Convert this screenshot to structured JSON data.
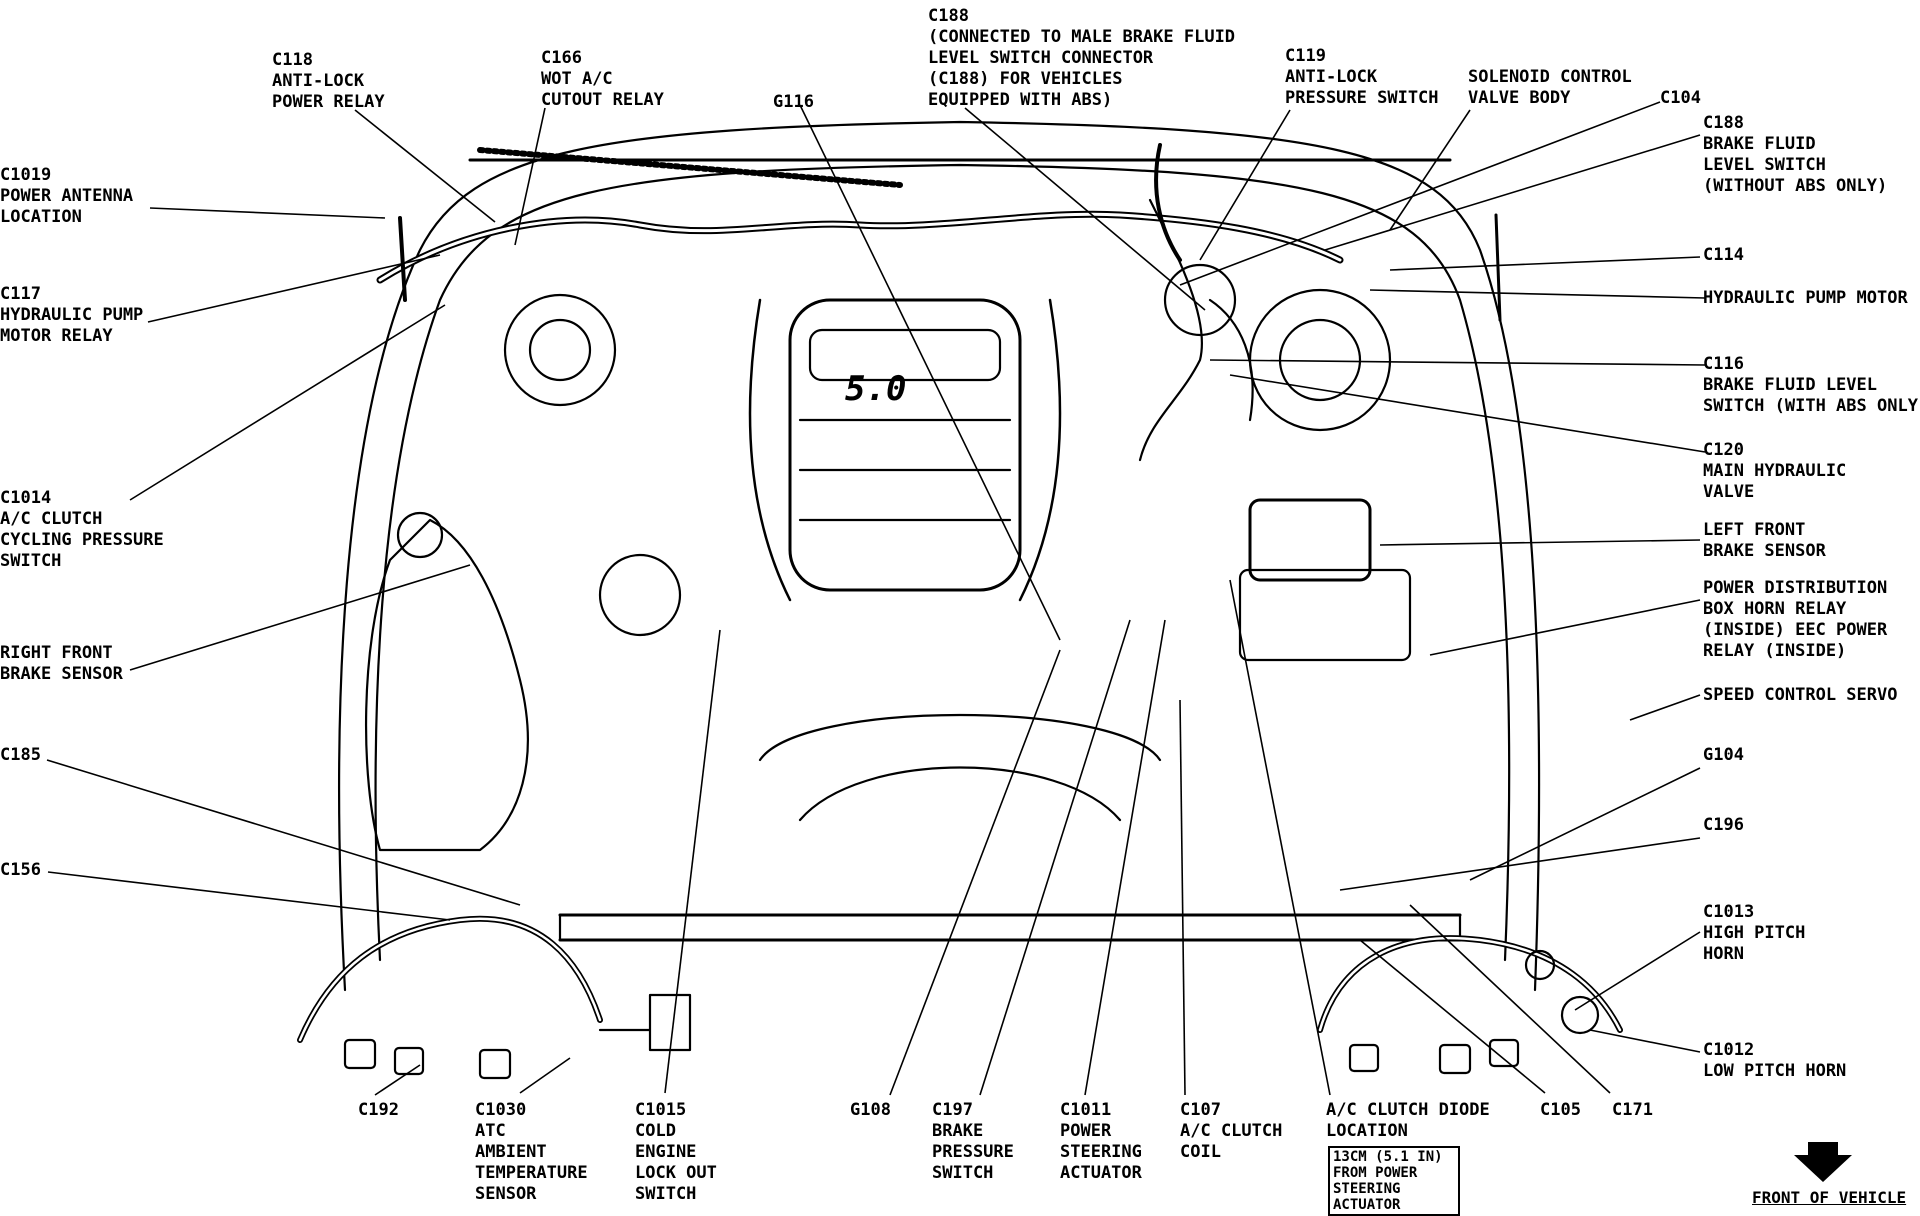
{
  "labels": {
    "c188_top": [
      "C188",
      "(CONNECTED TO MALE BRAKE FLUID",
      "LEVEL SWITCH CONNECTOR",
      "(C188) FOR VEHICLES",
      "EQUIPPED WITH ABS)"
    ],
    "c118": [
      "C118",
      "ANTI-LOCK",
      "POWER RELAY"
    ],
    "c166": [
      "C166",
      "WOT A/C",
      "CUTOUT RELAY"
    ],
    "g116": [
      "G116"
    ],
    "c119": [
      "C119",
      "ANTI-LOCK",
      "PRESSURE SWITCH"
    ],
    "solenoid": [
      "SOLENOID CONTROL",
      "VALVE BODY"
    ],
    "c104": [
      "C104"
    ],
    "c188_right": [
      "C188",
      "BRAKE FLUID",
      "LEVEL SWITCH",
      "(WITHOUT ABS ONLY)"
    ],
    "c1019": [
      "C1019",
      "POWER ANTENNA",
      "LOCATION"
    ],
    "c114": [
      "C114"
    ],
    "hyd_pump_motor": [
      "HYDRAULIC PUMP MOTOR"
    ],
    "c117": [
      "C117",
      "HYDRAULIC PUMP",
      "MOTOR RELAY"
    ],
    "c116": [
      "C116",
      "BRAKE FLUID LEVEL",
      "SWITCH (WITH ABS ONLY"
    ],
    "c120": [
      "C120",
      "MAIN HYDRAULIC",
      "VALVE"
    ],
    "c1014": [
      "C1014",
      "A/C CLUTCH",
      "CYCLING PRESSURE",
      "SWITCH"
    ],
    "left_front_brake": [
      "LEFT FRONT",
      "BRAKE SENSOR"
    ],
    "power_dist": [
      "POWER DISTRIBUTION",
      "BOX HORN RELAY",
      "(INSIDE) EEC POWER",
      "RELAY (INSIDE)"
    ],
    "right_front_brake": [
      "RIGHT FRONT",
      "BRAKE SENSOR"
    ],
    "speed_control": [
      "SPEED CONTROL SERVO"
    ],
    "c185": [
      "C185"
    ],
    "g104": [
      "G104"
    ],
    "c196": [
      "C196"
    ],
    "c156": [
      "C156"
    ],
    "c1013": [
      "C1013",
      "HIGH PITCH",
      "HORN"
    ],
    "c1012": [
      "C1012",
      "LOW PITCH HORN"
    ],
    "c192": [
      "C192"
    ],
    "c1030": [
      "C1030",
      "ATC",
      "AMBIENT",
      "TEMPERATURE",
      "SENSOR"
    ],
    "c1015": [
      "C1015",
      "COLD",
      "ENGINE",
      "LOCK OUT",
      "SWITCH"
    ],
    "g108": [
      "G108"
    ],
    "c197": [
      "C197",
      "BRAKE",
      "PRESSURE",
      "SWITCH"
    ],
    "c1011": [
      "C1011",
      "POWER",
      "STEERING",
      "ACTUATOR"
    ],
    "c107": [
      "C107",
      "A/C CLUTCH",
      "COIL"
    ],
    "ac_diode": [
      "A/C CLUTCH DIODE",
      "LOCATION"
    ],
    "c105": [
      "C105"
    ],
    "c171": [
      "C171"
    ]
  },
  "note_box": [
    "13CM (5.1 IN)",
    "FROM POWER",
    "STEERING",
    "ACTUATOR"
  ],
  "front_of_vehicle": "FRONT OF VEHICLE",
  "engine_badge": "5.0"
}
